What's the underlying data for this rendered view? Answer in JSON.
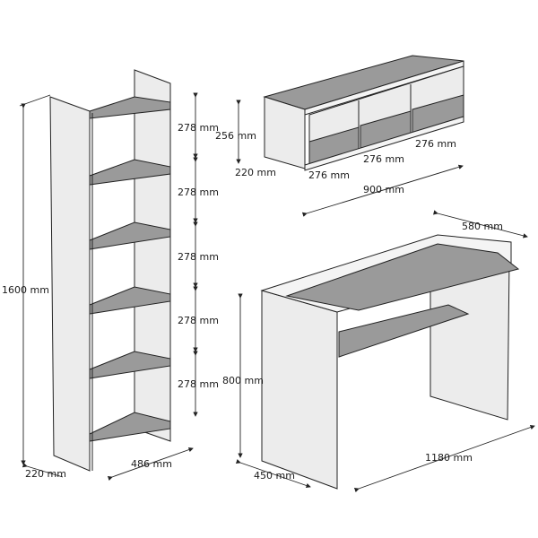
{
  "colors": {
    "background": "#ffffff",
    "panel": "#ececec",
    "shelf_surface": "#9a9a9a",
    "line": "#222222"
  },
  "bookshelf": {
    "height_label": "1600 mm",
    "depth_label": "220 mm",
    "width_label": "486 mm",
    "shelf_gap_labels": [
      "278 mm",
      "278 mm",
      "278 mm",
      "278 mm",
      "278 mm"
    ]
  },
  "wall_unit": {
    "height_label": "256 mm",
    "depth_label": "220 mm",
    "compartment_labels": [
      "276 mm",
      "276 mm",
      "276 mm"
    ],
    "width_label": "900 mm"
  },
  "desk": {
    "depth_top_label": "580 mm",
    "height_label": "800 mm",
    "side_depth_label": "450 mm",
    "width_label": "1180 mm"
  }
}
